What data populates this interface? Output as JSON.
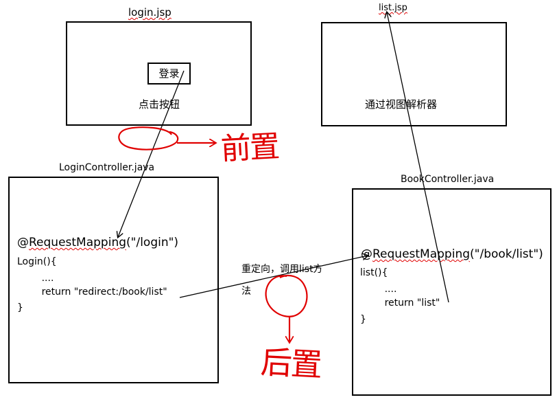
{
  "login_page": {
    "title": "login.jsp",
    "button_label": "登录",
    "caption": "点击按钮"
  },
  "list_page": {
    "title": "list.jsp",
    "caption": "通过视图解析器"
  },
  "login_controller": {
    "title": "LoginController.java",
    "annotation_prefix": "@",
    "annotation_name": "RequestMapping",
    "annotation_args": "(\"/login\")",
    "lines": [
      "Login(){",
      "        ....",
      "        return \"redirect:/book/list\"",
      "}"
    ]
  },
  "book_controller": {
    "title": "BookController.java",
    "annotation_prefix": "@",
    "annotation_name": "RequestMapping",
    "annotation_args": "(\"/book/list\")",
    "lines": [
      "list(){",
      "        ....",
      "        return \"list\"",
      "}"
    ]
  },
  "edge_labels": {
    "redirect_line1": "重定向，调用list方",
    "redirect_line2": "法"
  },
  "annotations": {
    "pre": "前置",
    "post": "后置",
    "color": "#e00000"
  }
}
